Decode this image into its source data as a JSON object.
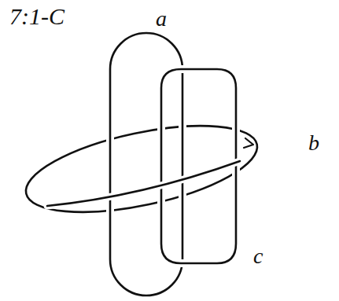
{
  "diagram": {
    "labels": [
      "7:1-C",
      "a",
      "b",
      "c"
    ]
  }
}
